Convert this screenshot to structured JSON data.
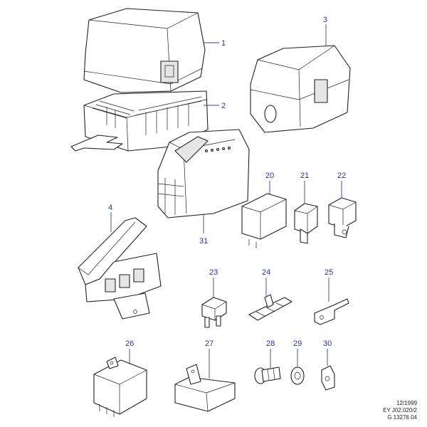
{
  "callouts": {
    "c1": "1",
    "c2": "2",
    "c3": "3",
    "c4": "4",
    "c20": "20",
    "c21": "21",
    "c22": "22",
    "c23": "23",
    "c24": "24",
    "c25": "25",
    "c26": "26",
    "c27": "27",
    "c28": "28",
    "c29": "29",
    "c30": "30",
    "c31": "31"
  },
  "reference": {
    "date": "12/1999",
    "code": "EY J02.020/2",
    "drawing": "G 13276 04"
  },
  "colors": {
    "callout": "#2e2ea8",
    "line": "#222222"
  }
}
